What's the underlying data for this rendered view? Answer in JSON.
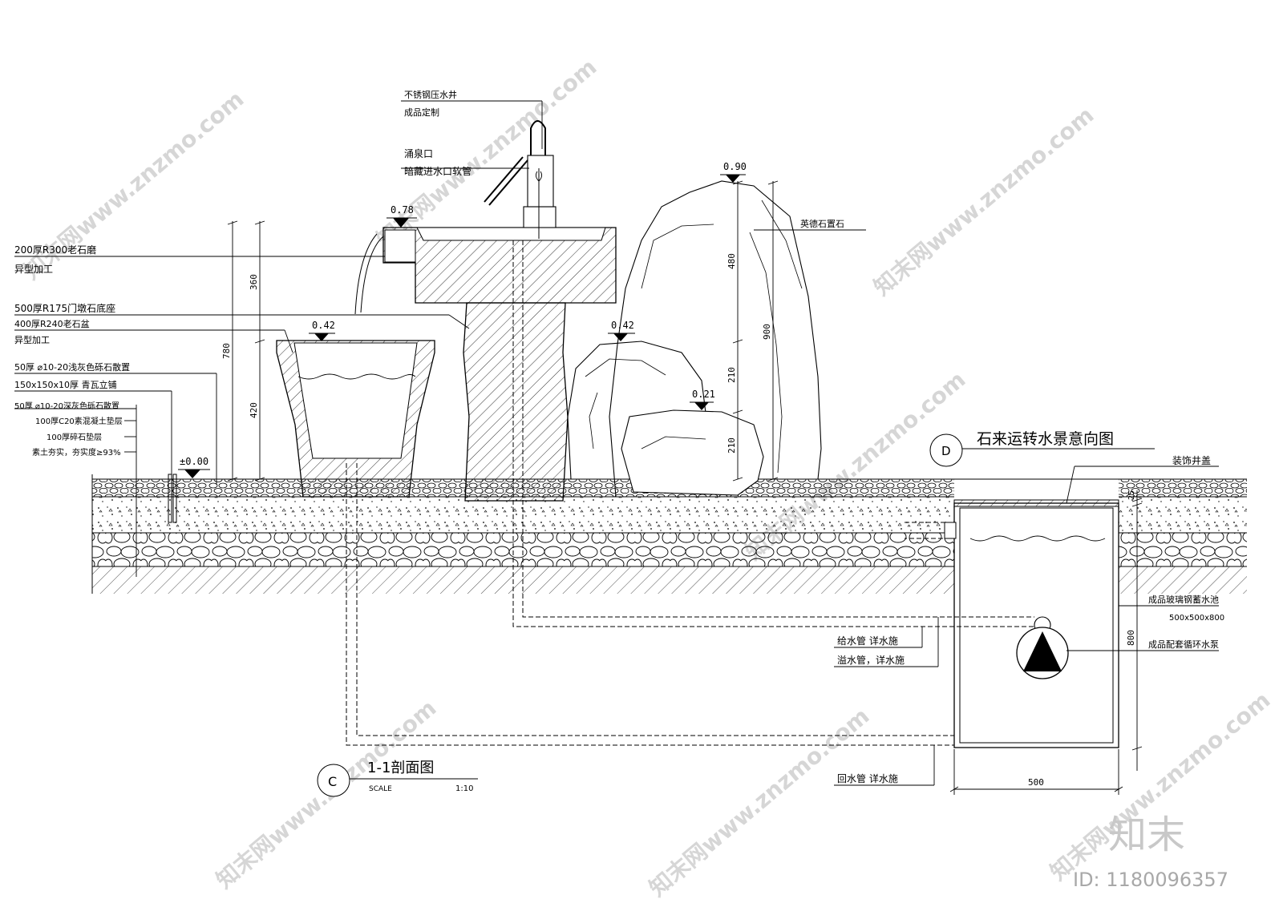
{
  "labels": {
    "pump_well": "不锈钢压水井",
    "pump_custom": "成品定制",
    "spring_outlet": "涌泉口",
    "hidden_hose": "暗藏进水口软管",
    "yingde_stone": "英德石置石",
    "millstone": "200厚R300老石磨",
    "millstone_note": "异型加工",
    "pier_base": "500厚R175门墩石底座",
    "stone_basin": "400厚R240老石盆",
    "basin_note": "异型加工",
    "gravel_light": "50厚 ⌀10-20浅灰色砾石散置",
    "tile": "150x150x10厚 青瓦立铺",
    "gravel_dark": "50厚 ⌀10-20深灰色砾石散置",
    "concrete": "100厚C20素混凝土垫层",
    "crushed_stone": "100厚碎石垫层",
    "soil": "素土夯实，夯实度≥93%",
    "cover": "装饰井盖",
    "tank": "成品玻璃钢蓄水池",
    "tank_size": "500x500x800",
    "pump": "成品配套循环水泵",
    "supply_pipe": "给水管  详水施",
    "overflow_pipe": "溢水管，详水施",
    "return_pipe": "回水管  详水施"
  },
  "elevations": {
    "top_stone": "0.90",
    "millstone_top": "0.78",
    "basin_top": "0.42",
    "rock_mid": "0.42",
    "rock_low": "0.21",
    "ground": "±0.00"
  },
  "dimensions": {
    "d360": "360",
    "d420": "420",
    "d780": "780",
    "d480": "480",
    "d210a": "210",
    "d210b": "210",
    "d900": "900",
    "d25": "25",
    "d800": "800",
    "d500": "500"
  },
  "title_c": {
    "marker": "C",
    "title": "1-1剖面图",
    "scale_label": "SCALE",
    "scale_value": "1:10"
  },
  "title_d": {
    "marker": "D",
    "title": "石来运转水景意向图"
  },
  "branding": {
    "logo": "知末",
    "id": "ID: 1180096357",
    "watermark": "知末网www.znzmo.com"
  }
}
